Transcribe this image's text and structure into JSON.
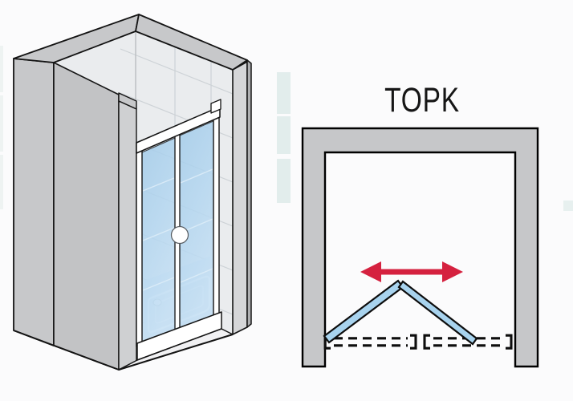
{
  "title": {
    "text": "TOPK"
  },
  "colors": {
    "wall_gray": "#C6C7C9",
    "wall_gray_light": "#D5D6D8",
    "wall_gray_dark": "#AEAFB1",
    "outline_black": "#141414",
    "interior_gray": "#EAECEE",
    "tile_line": "#CDD2D6",
    "glass_blue": "#A8D3EE",
    "frame_white": "#FFFFFF",
    "arrow_red": "#D5213F",
    "accent_strip_teal": "#E2EDEC"
  },
  "icons": {
    "slide_arrow": "double-headed-horizontal-arrow",
    "door_knob": "round-knob"
  },
  "views": {
    "iso_view": "isometric-shower-enclosure-with-bifold-door",
    "top_view": "top-view-folding-door-schematic"
  }
}
